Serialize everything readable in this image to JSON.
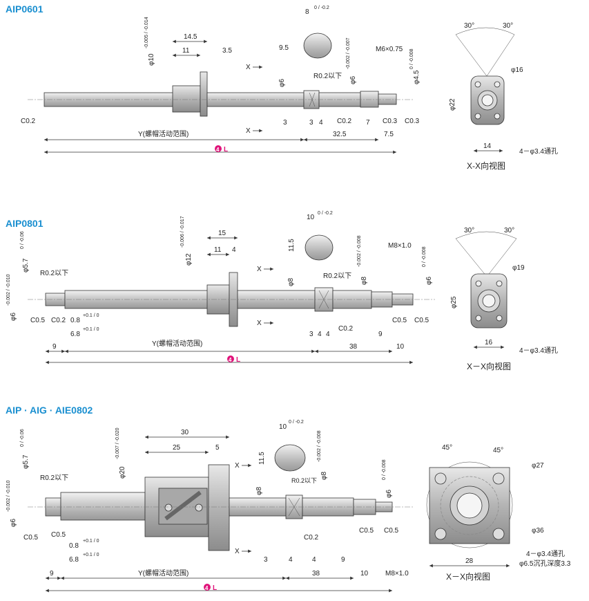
{
  "sections": {
    "s1": {
      "title": "AIP0601",
      "labels": {
        "d8": "8",
        "d8tol": "0 / -0.2",
        "h95": "9.5",
        "d145": "14.5",
        "d11": "11",
        "d35": "3.5",
        "phi10": "φ10",
        "phi10tol": "-0.005 / -0.014",
        "xlabel": "X",
        "phi6": "φ6",
        "r02": "R0.2以下",
        "phi6b": "φ6",
        "phi6btol": "-0.002 / -0.007",
        "m6": "M6×0.75",
        "phi45": "φ4.5",
        "phi45tol": "0 / -0.008",
        "c02a": "C0.2",
        "c02b": "C0.2",
        "c03a": "C0.3",
        "c03b": "C0.3",
        "d3": "3",
        "d3b": "3",
        "d4": "4",
        "d7": "7",
        "y": "Y(螺帽活动范围)",
        "d325": "32.5",
        "d75": "7.5",
        "L": "L"
      },
      "xview": {
        "a1": "30°",
        "a2": "30°",
        "phi": "φ16",
        "phi22": "φ22",
        "w": "14",
        "hole": "4－φ3.4通孔",
        "caption": "X-X向视图"
      }
    },
    "s2": {
      "title": "AIP0801",
      "labels": {
        "d10": "10",
        "d10tol": "0 / -0.2",
        "h115": "11.5",
        "d15": "15",
        "d11": "11",
        "d4": "4",
        "phi12": "φ12",
        "phi12tol": "-0.006 / -0.017",
        "phi57": "φ5.7",
        "phi57tol": "0 / -0.06",
        "r02": "R0.2以下",
        "r02b": "R0.2以下",
        "phi8": "φ8",
        "phi8b": "φ8",
        "phi8btol": "-0.002 / -0.008",
        "m8": "M8×1.0",
        "phi6": "φ6",
        "phi6tol": "0 / -0.008",
        "phi6l": "φ6",
        "phi6ltol": "-0.002 / -0.010",
        "c05a": "C0.5",
        "c02": "C0.2",
        "c02b": "C0.2",
        "c05b": "C0.5",
        "c05c": "C0.5",
        "d08": "0.8",
        "d08tol": "+0.1 / 0",
        "d68": "6.8",
        "d68tol": "+0.1 / 0",
        "d9": "9",
        "d9b": "9",
        "d3": "3",
        "d4a": "4",
        "d4b": "4",
        "y": "Y(螺帽活动范围)",
        "d38": "38",
        "d10b": "10",
        "L": "L",
        "xlabel": "X"
      },
      "xview": {
        "a1": "30°",
        "a2": "30°",
        "phi": "φ19",
        "phi25": "φ25",
        "w": "16",
        "hole": "4－φ3.4通孔",
        "caption": "X－X向视图"
      }
    },
    "s3": {
      "title": "AIP · AIG · AIE0802",
      "labels": {
        "d10": "10",
        "d10tol": "0 / -0.2",
        "h115": "11.5",
        "d30": "30",
        "d25": "25",
        "d5": "5",
        "phi20": "φ20",
        "phi20tol": "-0.007 / -0.020",
        "phi57": "φ5.7",
        "phi57tol": "0 / -0.06",
        "r02": "R0.2以下",
        "r02b": "R0.2以下",
        "phi8": "φ8",
        "phi8b": "φ8",
        "phi8btol": "-0.002 / -0.008",
        "phi6": "φ6",
        "phi6tol": "0 / -0.008",
        "phi6l": "φ6",
        "phi6ltol": "-0.002 / -0.010",
        "c05a": "C0.5",
        "c05b": "C0.5",
        "c02": "C0.2",
        "c05c": "C0.5",
        "c05d": "C0.5",
        "d08": "0.8",
        "d08tol": "+0.1 / 0",
        "d68": "6.8",
        "d68tol": "+0.1 / 0",
        "d9": "9",
        "d9b": "9",
        "d3": "3",
        "d4a": "4",
        "d4b": "4",
        "y": "Y(螺帽活动范围)",
        "d38": "38",
        "d10b": "10",
        "m8": "M8×1.0",
        "L": "L",
        "xlabel": "X"
      },
      "xview": {
        "a1": "45°",
        "a2": "45°",
        "phi27": "φ27",
        "phi36": "φ36",
        "w": "28",
        "hole1": "4－φ3.4通孔",
        "hole2": "φ6.5沉孔深度3.3",
        "caption": "X－X向视图"
      }
    }
  },
  "badge": "4",
  "colors": {
    "title": "#1a8fd0",
    "badge": "#e0137a",
    "shaft": "#c9c9c9",
    "nut": "#b8b8b8"
  }
}
